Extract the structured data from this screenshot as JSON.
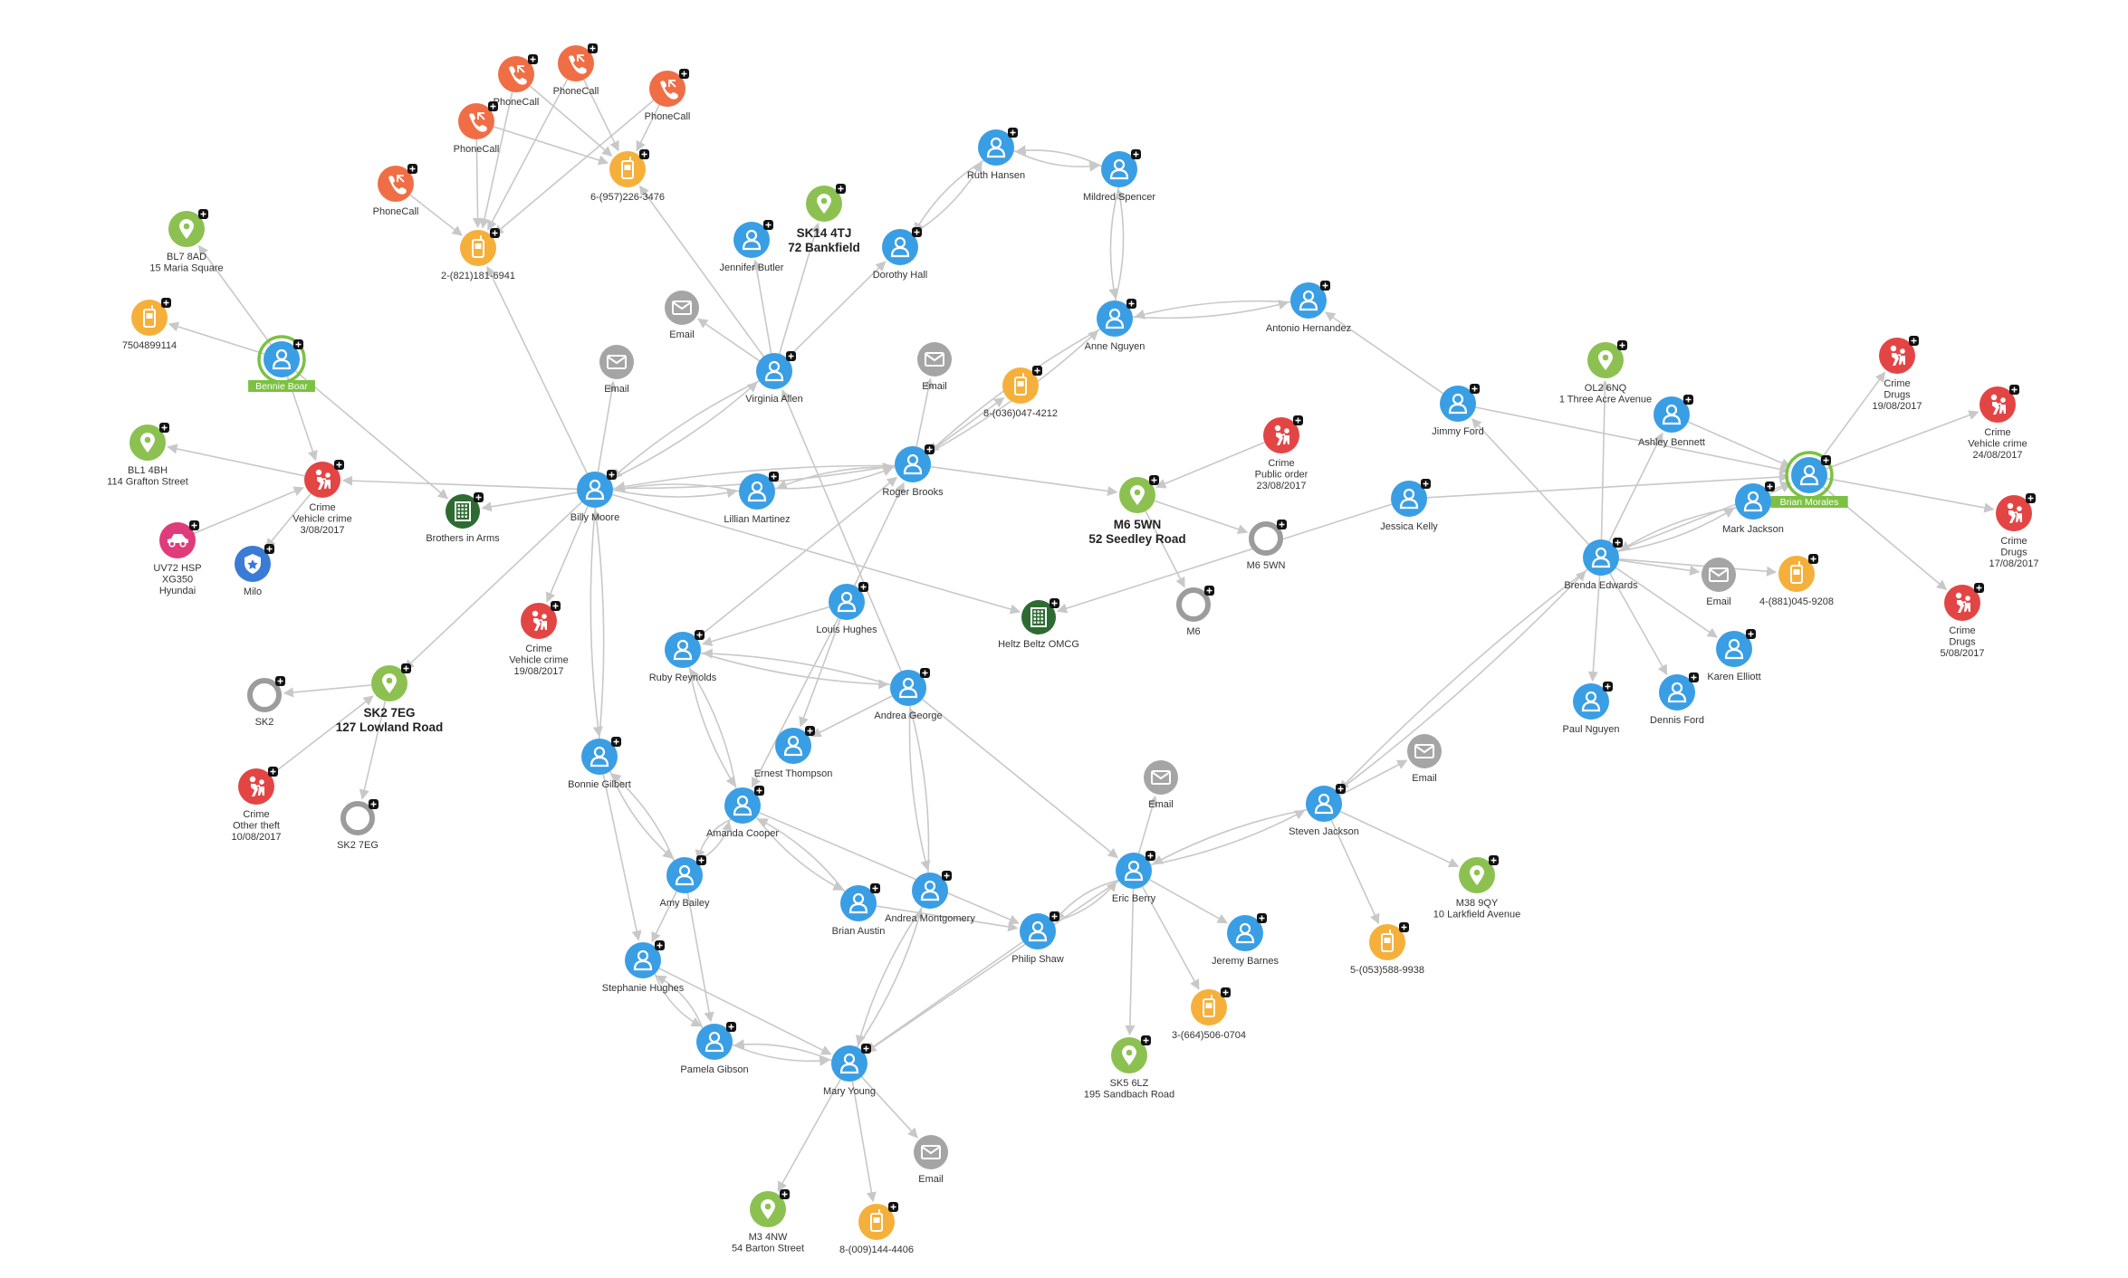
{
  "colors": {
    "person": "#3a9ee4",
    "location": "#8cc152",
    "phone": "#f5b03c",
    "phonecall": "#f06e46",
    "crime": "#e34545",
    "email": "#a5a5a5",
    "road": "#9c9c9c",
    "org": "#2e6b32",
    "vehicle": "#e03b7a",
    "police": "#3a7bd5",
    "edge": "#c8c8c8",
    "selected_ring": "#7cc142"
  },
  "graph": {
    "nodes": [
      {
        "id": "phonecall1",
        "type": "phonecall",
        "lines": [
          "PhoneCall"
        ]
      },
      {
        "id": "phonecall2",
        "type": "phonecall",
        "lines": [
          "PhoneCall"
        ]
      },
      {
        "id": "phonecall3",
        "type": "phonecall",
        "lines": [
          "PhoneCall"
        ]
      },
      {
        "id": "phonecall4",
        "type": "phonecall",
        "lines": [
          "PhoneCall"
        ]
      },
      {
        "id": "phonecall5",
        "type": "phonecall",
        "lines": [
          "PhoneCall"
        ]
      },
      {
        "id": "phone_957",
        "type": "phone",
        "lines": [
          "6-(957)226-3476"
        ]
      },
      {
        "id": "phone_821",
        "type": "phone",
        "lines": [
          "2-(821)181-6941"
        ]
      },
      {
        "id": "bl7",
        "type": "location",
        "lines": [
          "BL7 8AD",
          "15 Maria Square"
        ]
      },
      {
        "id": "phone_750",
        "type": "phone",
        "lines": [
          "7504899114"
        ]
      },
      {
        "id": "bennie",
        "type": "person",
        "selected": true,
        "lines": [
          "Bennie Boar"
        ]
      },
      {
        "id": "bl1",
        "type": "location",
        "lines": [
          "BL1 4BH",
          "114 Grafton Street"
        ]
      },
      {
        "id": "crime_vc3",
        "type": "crime",
        "lines": [
          "Crime",
          "Vehicle crime",
          "3/08/2017"
        ]
      },
      {
        "id": "uv72",
        "type": "vehicle",
        "lines": [
          "UV72 HSP",
          "XG350",
          "Hyundai"
        ]
      },
      {
        "id": "milo",
        "type": "police",
        "lines": [
          "Milo"
        ]
      },
      {
        "id": "brothers",
        "type": "org",
        "lines": [
          "Brothers in Arms"
        ]
      },
      {
        "id": "billy",
        "type": "person",
        "lines": [
          "Billy Moore"
        ]
      },
      {
        "id": "email_billy",
        "type": "email",
        "lines": [
          "Email"
        ]
      },
      {
        "id": "email_va",
        "type": "email",
        "lines": [
          "Email"
        ]
      },
      {
        "id": "jennifer",
        "type": "person",
        "lines": [
          "Jennifer Butler"
        ]
      },
      {
        "id": "sk14",
        "type": "location",
        "big": true,
        "lines": [
          "SK14 4TJ",
          "72 Bankfield"
        ]
      },
      {
        "id": "virginia",
        "type": "person",
        "lines": [
          "Virginia Allen"
        ]
      },
      {
        "id": "ruth",
        "type": "person",
        "lines": [
          "Ruth Hansen"
        ]
      },
      {
        "id": "mildred",
        "type": "person",
        "lines": [
          "Mildred Spencer"
        ]
      },
      {
        "id": "dorothy",
        "type": "person",
        "lines": [
          "Dorothy Hall"
        ]
      },
      {
        "id": "anne",
        "type": "person",
        "lines": [
          "Anne Nguyen"
        ]
      },
      {
        "id": "antonio",
        "type": "person",
        "lines": [
          "Antonio Hernandez"
        ]
      },
      {
        "id": "phone_036",
        "type": "phone",
        "lines": [
          "8-(036)047-4212"
        ]
      },
      {
        "id": "email_roger",
        "type": "email",
        "lines": [
          "Email"
        ]
      },
      {
        "id": "roger",
        "type": "person",
        "lines": [
          "Roger Brooks"
        ]
      },
      {
        "id": "lillian",
        "type": "person",
        "lines": [
          "Lillian Martinez"
        ]
      },
      {
        "id": "crime_po",
        "type": "crime",
        "lines": [
          "Crime",
          "Public order",
          "23/08/2017"
        ]
      },
      {
        "id": "m6_loc",
        "type": "location",
        "big": true,
        "lines": [
          "M6 5WN",
          "52 Seedley Road"
        ]
      },
      {
        "id": "m6_5wn",
        "type": "road",
        "lines": [
          "M6 5WN"
        ]
      },
      {
        "id": "m6",
        "type": "road",
        "lines": [
          "M6"
        ]
      },
      {
        "id": "jimmy",
        "type": "person",
        "lines": [
          "Jimmy Ford"
        ]
      },
      {
        "id": "jessica",
        "type": "person",
        "lines": [
          "Jessica Kelly"
        ]
      },
      {
        "id": "ol2",
        "type": "location",
        "lines": [
          "OL2 6NQ",
          "1 Three Acre Avenue"
        ]
      },
      {
        "id": "ashley",
        "type": "person",
        "lines": [
          "Ashley Bennett"
        ]
      },
      {
        "id": "brian_m",
        "type": "person",
        "selected": true,
        "lines": [
          "Brian Morales"
        ]
      },
      {
        "id": "crime_d19",
        "type": "crime",
        "lines": [
          "Crime",
          "Drugs",
          "19/08/2017"
        ]
      },
      {
        "id": "crime_vc24",
        "type": "crime",
        "lines": [
          "Crime",
          "Vehicle crime",
          "24/08/2017"
        ]
      },
      {
        "id": "crime_d17",
        "type": "crime",
        "lines": [
          "Crime",
          "Drugs",
          "17/08/2017"
        ]
      },
      {
        "id": "crime_d5",
        "type": "crime",
        "lines": [
          "Crime",
          "Drugs",
          "5/08/2017"
        ]
      },
      {
        "id": "mark",
        "type": "person",
        "lines": [
          "Mark Jackson"
        ]
      },
      {
        "id": "brenda",
        "type": "person",
        "lines": [
          "Brenda Edwards"
        ]
      },
      {
        "id": "email_brenda",
        "type": "email",
        "lines": [
          "Email"
        ]
      },
      {
        "id": "phone_881",
        "type": "phone",
        "lines": [
          "4-(881)045-9208"
        ]
      },
      {
        "id": "karen",
        "type": "person",
        "lines": [
          "Karen Elliott"
        ]
      },
      {
        "id": "paul",
        "type": "person",
        "lines": [
          "Paul Nguyen"
        ]
      },
      {
        "id": "dennis",
        "type": "person",
        "lines": [
          "Dennis Ford"
        ]
      },
      {
        "id": "heltz",
        "type": "org",
        "lines": [
          "Heltz Beltz OMCG"
        ]
      },
      {
        "id": "crime_vc19",
        "type": "crime",
        "lines": [
          "Crime",
          "Vehicle crime",
          "19/08/2017"
        ]
      },
      {
        "id": "louis",
        "type": "person",
        "lines": [
          "Louis Hughes"
        ]
      },
      {
        "id": "ruby",
        "type": "person",
        "lines": [
          "Ruby Reynolds"
        ]
      },
      {
        "id": "andrea_g",
        "type": "person",
        "lines": [
          "Andrea George"
        ]
      },
      {
        "id": "ernest",
        "type": "person",
        "lines": [
          "Ernest Thompson"
        ]
      },
      {
        "id": "sk2_loc",
        "type": "location",
        "big": true,
        "lines": [
          "SK2 7EG",
          "127 Lowland Road"
        ]
      },
      {
        "id": "sk2",
        "type": "road",
        "lines": [
          "SK2"
        ]
      },
      {
        "id": "sk2_7eg",
        "type": "road",
        "lines": [
          "SK2 7EG"
        ]
      },
      {
        "id": "crime_ot",
        "type": "crime",
        "lines": [
          "Crime",
          "Other theft",
          "10/08/2017"
        ]
      },
      {
        "id": "bonnie",
        "type": "person",
        "lines": [
          "Bonnie Gilbert"
        ]
      },
      {
        "id": "amanda",
        "type": "person",
        "lines": [
          "Amanda Cooper"
        ]
      },
      {
        "id": "amy",
        "type": "person",
        "lines": [
          "Amy Bailey"
        ]
      },
      {
        "id": "brian_a",
        "type": "person",
        "lines": [
          "Brian Austin"
        ]
      },
      {
        "id": "andrea_m",
        "type": "person",
        "lines": [
          "Andrea Montgomery"
        ]
      },
      {
        "id": "stephanie",
        "type": "person",
        "lines": [
          "Stephanie Hughes"
        ]
      },
      {
        "id": "pamela",
        "type": "person",
        "lines": [
          "Pamela Gibson"
        ]
      },
      {
        "id": "mary",
        "type": "person",
        "lines": [
          "Mary Young"
        ]
      },
      {
        "id": "philip",
        "type": "person",
        "lines": [
          "Philip Shaw"
        ]
      },
      {
        "id": "eric",
        "type": "person",
        "lines": [
          "Eric Berry"
        ]
      },
      {
        "id": "email_eric",
        "type": "email",
        "lines": [
          "Email"
        ]
      },
      {
        "id": "steven",
        "type": "person",
        "lines": [
          "Steven Jackson"
        ]
      },
      {
        "id": "email_steven",
        "type": "email",
        "lines": [
          "Email"
        ]
      },
      {
        "id": "m38",
        "type": "location",
        "lines": [
          "M38 9QY",
          "10 Larkfield Avenue"
        ]
      },
      {
        "id": "phone_053",
        "type": "phone",
        "lines": [
          "5-(053)588-9938"
        ]
      },
      {
        "id": "jeremy",
        "type": "person",
        "lines": [
          "Jeremy Barnes"
        ]
      },
      {
        "id": "phone_664",
        "type": "phone",
        "lines": [
          "3-(664)506-0704"
        ]
      },
      {
        "id": "sk5",
        "type": "location",
        "lines": [
          "SK5 6LZ",
          "195 Sandbach Road"
        ]
      },
      {
        "id": "email_mary",
        "type": "email",
        "lines": [
          "Email"
        ]
      },
      {
        "id": "m3",
        "type": "location",
        "lines": [
          "M3 4NW",
          "54 Barton Street"
        ]
      },
      {
        "id": "phone_009",
        "type": "phone",
        "lines": [
          "8-(009)144-4406"
        ]
      }
    ],
    "edges": [
      [
        "phonecall1",
        "phone_821"
      ],
      [
        "phonecall1",
        "phone_957"
      ],
      [
        "phonecall2",
        "phone_821"
      ],
      [
        "phonecall2",
        "phone_957"
      ],
      [
        "phonecall3",
        "phone_821"
      ],
      [
        "phonecall3",
        "phone_957"
      ],
      [
        "phonecall4",
        "phone_821"
      ],
      [
        "phonecall4",
        "phone_957"
      ],
      [
        "phonecall5",
        "phone_821"
      ],
      [
        "billy",
        "phone_821"
      ],
      [
        "virginia",
        "phone_957"
      ],
      [
        "bennie",
        "bl7"
      ],
      [
        "bennie",
        "phone_750"
      ],
      [
        "bennie",
        "crime_vc3"
      ],
      [
        "bennie",
        "brothers"
      ],
      [
        "crime_vc3",
        "bl1"
      ],
      [
        "uv72",
        "crime_vc3"
      ],
      [
        "crime_vc3",
        "milo"
      ],
      [
        "billy",
        "crime_vc3"
      ],
      [
        "billy",
        "email_billy"
      ],
      [
        "billy",
        "virginia"
      ],
      [
        "virginia",
        "billy"
      ],
      [
        "billy",
        "roger"
      ],
      [
        "roger",
        "billy"
      ],
      [
        "lillian",
        "billy"
      ],
      [
        "billy",
        "lillian"
      ],
      [
        "billy",
        "heltz"
      ],
      [
        "billy",
        "brothers"
      ],
      [
        "billy",
        "crime_vc19"
      ],
      [
        "billy",
        "sk2_loc"
      ],
      [
        "billy",
        "bonnie"
      ],
      [
        "bonnie",
        "billy"
      ],
      [
        "virginia",
        "email_va"
      ],
      [
        "virginia",
        "jennifer"
      ],
      [
        "virginia",
        "sk14"
      ],
      [
        "virginia",
        "dorothy"
      ],
      [
        "andrea_g",
        "virginia"
      ],
      [
        "lillian",
        "roger"
      ],
      [
        "roger",
        "lillian"
      ],
      [
        "roger",
        "phone_036"
      ],
      [
        "roger",
        "email_roger"
      ],
      [
        "roger",
        "anne"
      ],
      [
        "anne",
        "roger"
      ],
      [
        "roger",
        "m6_loc"
      ],
      [
        "louis",
        "roger"
      ],
      [
        "ruby",
        "roger"
      ],
      [
        "ruth",
        "mildred"
      ],
      [
        "mildred",
        "ruth"
      ],
      [
        "ruth",
        "dorothy"
      ],
      [
        "dorothy",
        "ruth"
      ],
      [
        "anne",
        "mildred"
      ],
      [
        "mildred",
        "anne"
      ],
      [
        "anne",
        "antonio"
      ],
      [
        "antonio",
        "anne"
      ],
      [
        "jimmy",
        "antonio"
      ],
      [
        "jimmy",
        "brian_m"
      ],
      [
        "crime_po",
        "m6_loc"
      ],
      [
        "m6_loc",
        "m6_5wn"
      ],
      [
        "m6_loc",
        "m6"
      ],
      [
        "jessica",
        "heltz"
      ],
      [
        "jessica",
        "brian_m"
      ],
      [
        "brian_m",
        "crime_d19"
      ],
      [
        "brian_m",
        "crime_vc24"
      ],
      [
        "brian_m",
        "crime_d17"
      ],
      [
        "brian_m",
        "crime_d5"
      ],
      [
        "brenda",
        "ol2"
      ],
      [
        "brenda",
        "ashley"
      ],
      [
        "brenda",
        "mark"
      ],
      [
        "mark",
        "brenda"
      ],
      [
        "brenda",
        "email_brenda"
      ],
      [
        "brenda",
        "phone_881"
      ],
      [
        "brenda",
        "karen"
      ],
      [
        "brenda",
        "paul"
      ],
      [
        "brenda",
        "dennis"
      ],
      [
        "brenda",
        "jimmy"
      ],
      [
        "brenda",
        "brian_m"
      ],
      [
        "brenda",
        "steven"
      ],
      [
        "mark",
        "brian_m"
      ],
      [
        "ashley",
        "brian_m"
      ],
      [
        "louis",
        "ruby"
      ],
      [
        "louis",
        "ernest"
      ],
      [
        "louis",
        "amanda"
      ],
      [
        "andrea_g",
        "ruby"
      ],
      [
        "ruby",
        "andrea_g"
      ],
      [
        "andrea_g",
        "ernest"
      ],
      [
        "andrea_g",
        "eric"
      ],
      [
        "andrea_g",
        "andrea_m"
      ],
      [
        "andrea_m",
        "andrea_g"
      ],
      [
        "sk2_loc",
        "sk2"
      ],
      [
        "sk2_loc",
        "sk2_7eg"
      ],
      [
        "crime_ot",
        "sk2_loc"
      ],
      [
        "bonnie",
        "amy"
      ],
      [
        "bonnie",
        "stephanie"
      ],
      [
        "amy",
        "bonnie"
      ],
      [
        "amanda",
        "ruby"
      ],
      [
        "ruby",
        "amanda"
      ],
      [
        "amanda",
        "amy"
      ],
      [
        "amy",
        "amanda"
      ],
      [
        "amanda",
        "brian_a"
      ],
      [
        "brian_a",
        "amanda"
      ],
      [
        "amanda",
        "philip"
      ],
      [
        "amy",
        "stephanie"
      ],
      [
        "amy",
        "pamela"
      ],
      [
        "stephanie",
        "pamela"
      ],
      [
        "pamela",
        "stephanie"
      ],
      [
        "stephanie",
        "mary"
      ],
      [
        "pamela",
        "mary"
      ],
      [
        "mary",
        "pamela"
      ],
      [
        "brian_a",
        "philip"
      ],
      [
        "andrea_m",
        "mary"
      ],
      [
        "mary",
        "andrea_m"
      ],
      [
        "philip",
        "mary"
      ],
      [
        "eric",
        "philip"
      ],
      [
        "philip",
        "eric"
      ],
      [
        "eric",
        "steven"
      ],
      [
        "steven",
        "eric"
      ],
      [
        "eric",
        "email_eric"
      ],
      [
        "eric",
        "jeremy"
      ],
      [
        "eric",
        "phone_664"
      ],
      [
        "eric",
        "sk5"
      ],
      [
        "eric",
        "mary"
      ],
      [
        "steven",
        "email_steven"
      ],
      [
        "steven",
        "m38"
      ],
      [
        "steven",
        "phone_053"
      ],
      [
        "steven",
        "brenda"
      ],
      [
        "mary",
        "email_mary"
      ],
      [
        "mary",
        "m3"
      ],
      [
        "mary",
        "phone_009"
      ]
    ]
  }
}
